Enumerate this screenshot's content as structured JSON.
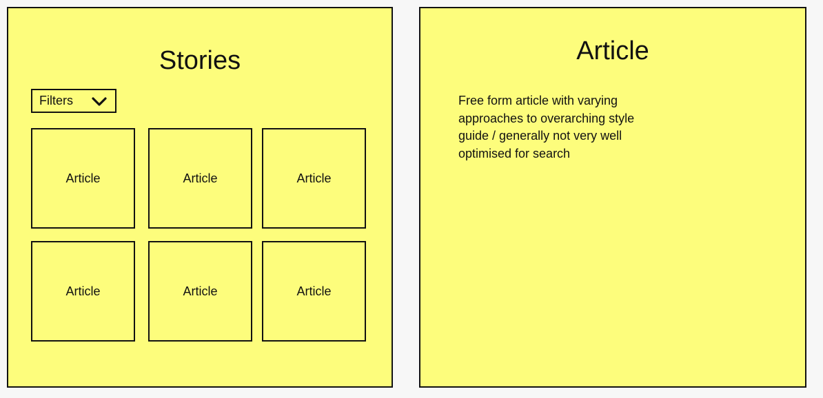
{
  "stories": {
    "title": "Stories",
    "filters_label": "Filters",
    "cards": [
      "Article",
      "Article",
      "Article",
      "Article",
      "Article",
      "Article"
    ]
  },
  "article": {
    "title": "Article",
    "body": "Free form article with varying approaches to overarching style guide / generally not very well optimised for search"
  },
  "colors": {
    "panel_fill": "#fdfd7c",
    "border": "#111111",
    "background": "#f7f7f7"
  }
}
